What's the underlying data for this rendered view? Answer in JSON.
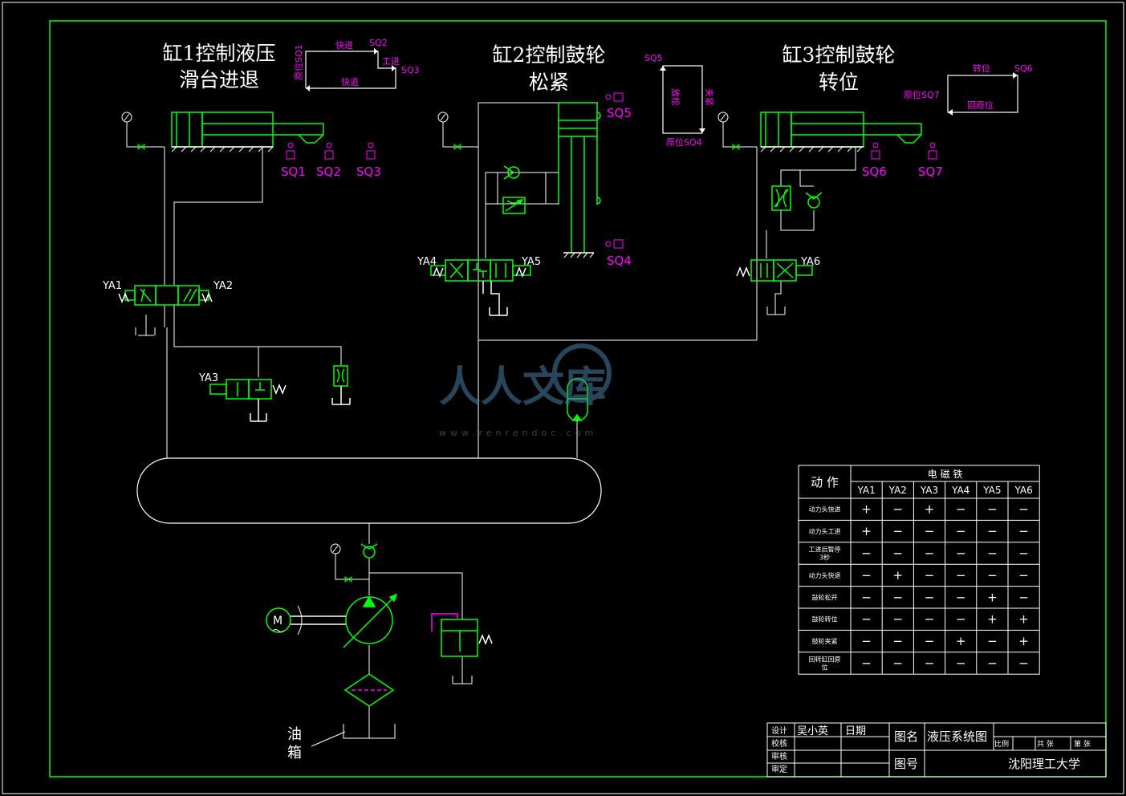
{
  "colors": {
    "bg": "#000000",
    "line": "#ffffff",
    "symbol": "#00ff00",
    "sensor": "#ff00ff",
    "frame_green": "#00ff00",
    "watermark": "#4a7fa8"
  },
  "titles": {
    "cyl1_line1": "缸1控制液压",
    "cyl1_line2": "滑台进退",
    "cyl2_line1": "缸2控制鼓轮",
    "cyl2_line2": "松紧",
    "cyl3_line1": "缸3控制鼓轮",
    "cyl3_line2": "转位"
  },
  "cycle1": {
    "fast_in": "快进",
    "work_feed": "工进",
    "fast_out": "快退",
    "origin": "原位SQ1",
    "sq2": "SQ2",
    "sq3": "SQ3"
  },
  "cycle2": {
    "sq5": "SQ5",
    "loosen": "放松",
    "clamp": "夹紧",
    "origin": "原位SQ4"
  },
  "cycle3": {
    "index": "转位",
    "sq6": "SQ6",
    "origin": "原位SQ7",
    "return": "回原位"
  },
  "sensors": {
    "sq1": "SQ1",
    "sq2": "SQ2",
    "sq3": "SQ3",
    "sq4": "SQ4",
    "sq5": "SQ5",
    "sq6": "SQ6",
    "sq7": "SQ7"
  },
  "solenoids": {
    "ya1": "YA1",
    "ya2": "YA2",
    "ya3": "YA3",
    "ya4": "YA4",
    "ya5": "YA5",
    "ya6": "YA6"
  },
  "motor_label": "M",
  "tank_label": [
    "油",
    "箱"
  ],
  "watermark": {
    "text": "人人文库",
    "url": "www.renrendoc.com"
  },
  "table": {
    "action_header": "动 作",
    "magnet_header": "电 磁 铁",
    "columns": [
      "YA1",
      "YA2",
      "YA3",
      "YA4",
      "YA5",
      "YA6"
    ],
    "rows": [
      {
        "action": "动力头快进",
        "values": [
          "+",
          "−",
          "+",
          "−",
          "−",
          "−"
        ]
      },
      {
        "action": "动力头工进",
        "values": [
          "+",
          "−",
          "−",
          "−",
          "−",
          "−"
        ]
      },
      {
        "action": "工进后暂停3秒",
        "values": [
          "−",
          "−",
          "−",
          "−",
          "−",
          "−"
        ]
      },
      {
        "action": "动力头快退",
        "values": [
          "−",
          "+",
          "−",
          "−",
          "−",
          "−"
        ]
      },
      {
        "action": "鼓轮松开",
        "values": [
          "−",
          "−",
          "−",
          "−",
          "+",
          "−"
        ]
      },
      {
        "action": "鼓轮转位",
        "values": [
          "−",
          "−",
          "−",
          "−",
          "+",
          "+"
        ]
      },
      {
        "action": "鼓轮夹紧",
        "values": [
          "−",
          "−",
          "−",
          "+",
          "−",
          "+"
        ]
      },
      {
        "action": "回转缸回原位",
        "values": [
          "−",
          "−",
          "−",
          "−",
          "−",
          "−"
        ]
      }
    ]
  },
  "title_block": {
    "design": "设计",
    "designer": "吴小英",
    "date": "日期",
    "check": "校核",
    "review": "审核",
    "approve": "审定",
    "drawing_name_label": "图名",
    "drawing_name": "液压系统图",
    "drawing_no_label": "图号",
    "scale": "比例",
    "total": "共 张",
    "sheet": "第 张",
    "school": "沈阳理工大学"
  }
}
